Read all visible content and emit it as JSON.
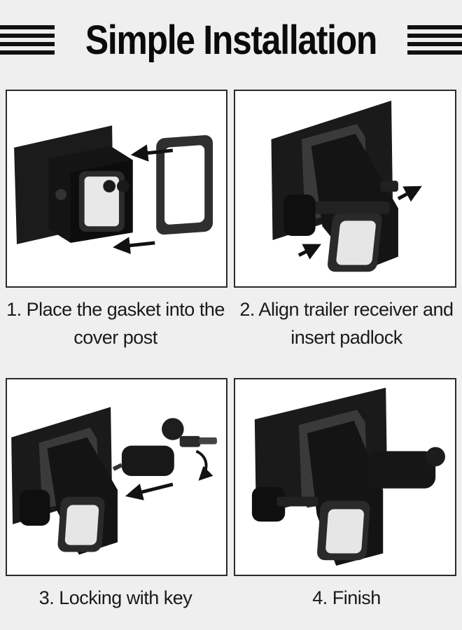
{
  "header": {
    "title": "Simple Installation"
  },
  "steps": [
    {
      "line1": "1. Place the gasket into the",
      "line2": "cover post"
    },
    {
      "line1": "2. Align trailer receiver and",
      "line2": "insert padlock"
    },
    {
      "line1": "3. Locking with key",
      "line2": ""
    },
    {
      "line1": "4. Finish",
      "line2": ""
    }
  ],
  "colors": {
    "background": "#efefef",
    "metal": "#161616",
    "gasket": "#3a3a3a",
    "border": "#2a2a2a"
  },
  "icons": [
    "arrow-icon",
    "curved-arrow-icon"
  ]
}
